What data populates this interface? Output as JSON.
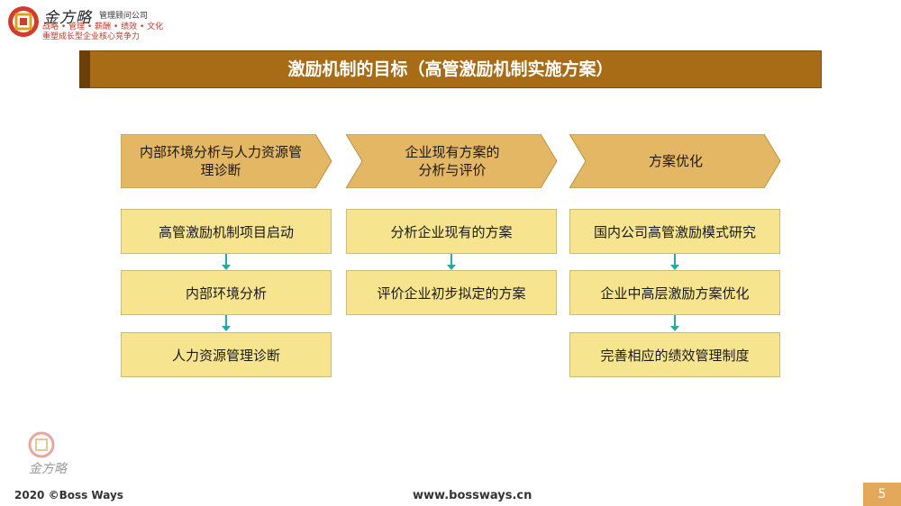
{
  "header": {
    "brand_name": "金方略",
    "consult_label": "管理顾问公司",
    "services": "战略 • 管理 • 薪酬 • 绩效 • 文化",
    "tagline": "重塑成长型企业核心竞争力"
  },
  "title": "激励机制的目标（高管激励机制实施方案）",
  "columns": [
    {
      "header": "内部环境分析与人力资源管理诊断",
      "items": [
        "高管激励机制项目启动",
        "内部环境分析",
        "人力资源管理诊断"
      ]
    },
    {
      "header": "企业现有方案的分析与评价",
      "items": [
        "分析企业现有的方案",
        "评价企业初步拟定的方案"
      ]
    },
    {
      "header": "方案优化",
      "items": [
        "国内公司高管激励模式研究",
        "企业中高层激励方案优化",
        "完善相应的绩效管理制度"
      ]
    }
  ],
  "chevron_lines": {
    "c0": [
      "内部环境分析与人力资源管",
      "理诊断"
    ],
    "c1": [
      "企业现有方案的",
      "分析与评价"
    ],
    "c2": [
      "方案优化"
    ]
  },
  "footer": {
    "copyright": "2020 ©Boss Ways",
    "website": "www.bossways.cn",
    "page": "5",
    "logo_text": "金方略"
  },
  "colors": {
    "title_bar": "#a86b16",
    "chevron": "#e3b764",
    "box": "#f6e48e",
    "arrow": "#2aa6a8",
    "page_badge": "#e3a85a"
  }
}
